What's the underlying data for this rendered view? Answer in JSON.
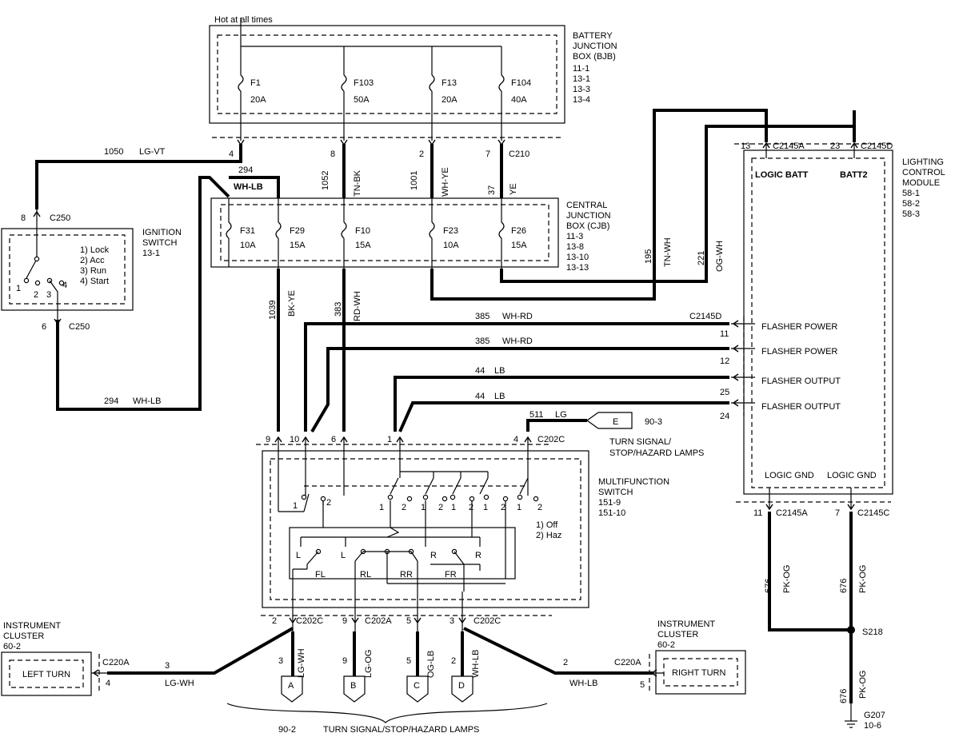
{
  "bjb": {
    "hot": "Hot at all times",
    "title": [
      "BATTERY",
      "JUNCTION",
      "BOX (BJB)"
    ],
    "refs": [
      "11-1",
      "13-1",
      "13-3",
      "13-4"
    ],
    "fuses": [
      {
        "name": "F1",
        "amp": "20A"
      },
      {
        "name": "F103",
        "amp": "50A"
      },
      {
        "name": "F13",
        "amp": "20A"
      },
      {
        "name": "F104",
        "amp": "40A"
      }
    ],
    "pins": [
      "4",
      "8",
      "2",
      "7"
    ],
    "conn": "C210"
  },
  "cjb": {
    "title": [
      "CENTRAL",
      "JUNCTION",
      "BOX (CJB)"
    ],
    "refs": [
      "11-3",
      "13-8",
      "13-10",
      "13-13"
    ],
    "fuses": [
      {
        "name": "F31",
        "amp": "10A"
      },
      {
        "name": "F29",
        "amp": "15A"
      },
      {
        "name": "F10",
        "amp": "15A"
      },
      {
        "name": "F23",
        "amp": "10A"
      },
      {
        "name": "F26",
        "amp": "15A"
      }
    ]
  },
  "wires": {
    "w1050": "1050",
    "w1050c": "LG-VT",
    "w294top": "294",
    "w294topc": "WH-LB",
    "w1052": "1052",
    "w1052c": "TN-BK",
    "w1001": "1001",
    "w1001c": "WH-YE",
    "w37": "37",
    "w37c": "YE",
    "w195": "195",
    "w195c": "TN-WH",
    "w221": "221",
    "w221c": "OG-WH",
    "w1039": "1039",
    "w1039c": "BK-YE",
    "w383": "383",
    "w383c": "RD-WH",
    "w385a": "385",
    "w385ac": "WH-RD",
    "w385b": "385",
    "w385bc": "WH-RD",
    "w44a": "44",
    "w44ac": "LB",
    "w44b": "44",
    "w44bc": "LB",
    "w511": "511",
    "w511c": "LG",
    "w294bot": "294",
    "w294botc": "WH-LB",
    "lgwh": "LG-WH",
    "lgog": "LG-OG",
    "oglb": "OG-LB",
    "whlb": "WH-LB",
    "lgwh2": "LG-WH",
    "whlb2": "WH-LB",
    "w676a": "676",
    "w676ac": "PK-OG",
    "w676b": "676",
    "w676bc": "PK-OG",
    "w676c": "676",
    "w676cc": "PK-OG"
  },
  "ignition": {
    "title": [
      "IGNITION",
      "SWITCH"
    ],
    "ref": "13-1",
    "positions": [
      "1) Lock",
      "2) Acc",
      "3) Run",
      "4) Start"
    ],
    "conn_top": "C250",
    "pin_top": "8",
    "conn_bot": "C250",
    "pin_bot": "6",
    "pos_nums": [
      "1",
      "2",
      "3",
      "4"
    ]
  },
  "lcm": {
    "title": [
      "LIGHTING",
      "CONTROL",
      "MODULE"
    ],
    "refs": [
      "58-1",
      "58-2",
      "58-3"
    ],
    "logic_batt": "LOGIC BATT",
    "batt2": "BATT2",
    "pin13": "13",
    "conn13": "C2145A",
    "pin23": "23",
    "conn23": "C2145D",
    "flasher": [
      "FLASHER POWER",
      "FLASHER POWER",
      "FLASHER OUTPUT",
      "FLASHER OUTPUT"
    ],
    "flasher_pins": [
      "11",
      "12",
      "25",
      "24"
    ],
    "flasher_conn": "C2145D",
    "logic_gnd": "LOGIC GND",
    "logic_gnd2": "LOGIC GND",
    "gnd_pin1": "11",
    "gnd_conn1": "C2145A",
    "gnd_pin2": "7",
    "gnd_conn2": "C2145C"
  },
  "mfs": {
    "title": [
      "MULTIFUNCTION",
      "SWITCH"
    ],
    "refs": [
      "151-9",
      "151-10"
    ],
    "top_pins": [
      "9",
      "10",
      "6",
      "1",
      "4"
    ],
    "top_conn": "C202C",
    "modes": [
      "1) Off",
      "2) Haz"
    ],
    "lamps": [
      "FL",
      "RL",
      "RR",
      "FR"
    ],
    "sw_nums": [
      "1",
      "2",
      "1",
      "2",
      "1",
      "2",
      "1",
      "2",
      "1",
      "2",
      "1",
      "2"
    ],
    "lr": [
      "L",
      "L",
      "R",
      "R"
    ],
    "bot_pins": [
      "2",
      "9",
      "5",
      "3"
    ],
    "bot_conns": [
      "C202C",
      "C202A",
      "C202C"
    ]
  },
  "connE": {
    "letter": "E",
    "ref": "90-3",
    "label": [
      "TURN SIGNAL/",
      "STOP/HAZARD LAMPS"
    ]
  },
  "ic_left": {
    "title": [
      "INSTRUMENT",
      "CLUSTER"
    ],
    "ref": "60-2",
    "box": "LEFT TURN",
    "conn": "C220A",
    "pin_in": "3",
    "pin": "4"
  },
  "ic_right": {
    "title": [
      "INSTRUMENT",
      "CLUSTER"
    ],
    "ref": "60-2",
    "box": "RIGHT TURN",
    "conn": "C220A",
    "pin_in": "2",
    "pin": "5"
  },
  "lamps_conn": {
    "letters": [
      "A",
      "B",
      "C",
      "D"
    ],
    "pins": [
      "3",
      "9",
      "5",
      "2"
    ],
    "ref": "90-2",
    "label": "TURN SIGNAL/STOP/HAZARD LAMPS"
  },
  "ground": {
    "splice": "S218",
    "gnd": "G207",
    "ref": "10-6"
  }
}
